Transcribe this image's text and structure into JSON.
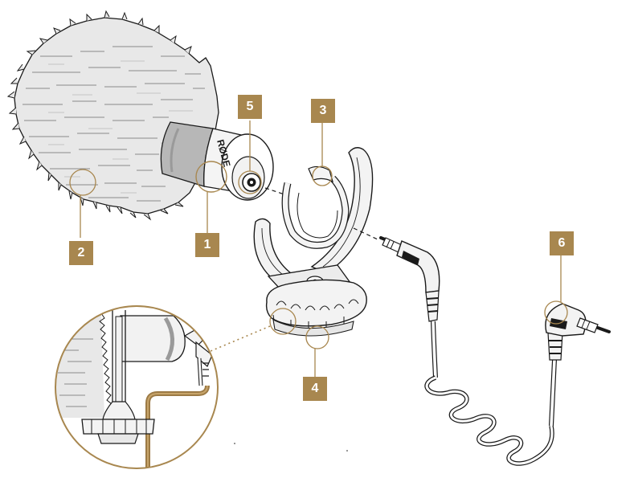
{
  "callouts": [
    {
      "id": "1",
      "label": "1"
    },
    {
      "id": "2",
      "label": "2"
    },
    {
      "id": "3",
      "label": "3"
    },
    {
      "id": "4",
      "label": "4"
    },
    {
      "id": "5",
      "label": "5"
    },
    {
      "id": "6",
      "label": "6"
    }
  ],
  "brand_mark": "RØDE",
  "colors": {
    "badge": "#a8874f",
    "outline": "#1a1a1a",
    "fur": "#e6e6e6",
    "metal": "#bdbdbd",
    "cable_detail": "#9c7a45"
  }
}
